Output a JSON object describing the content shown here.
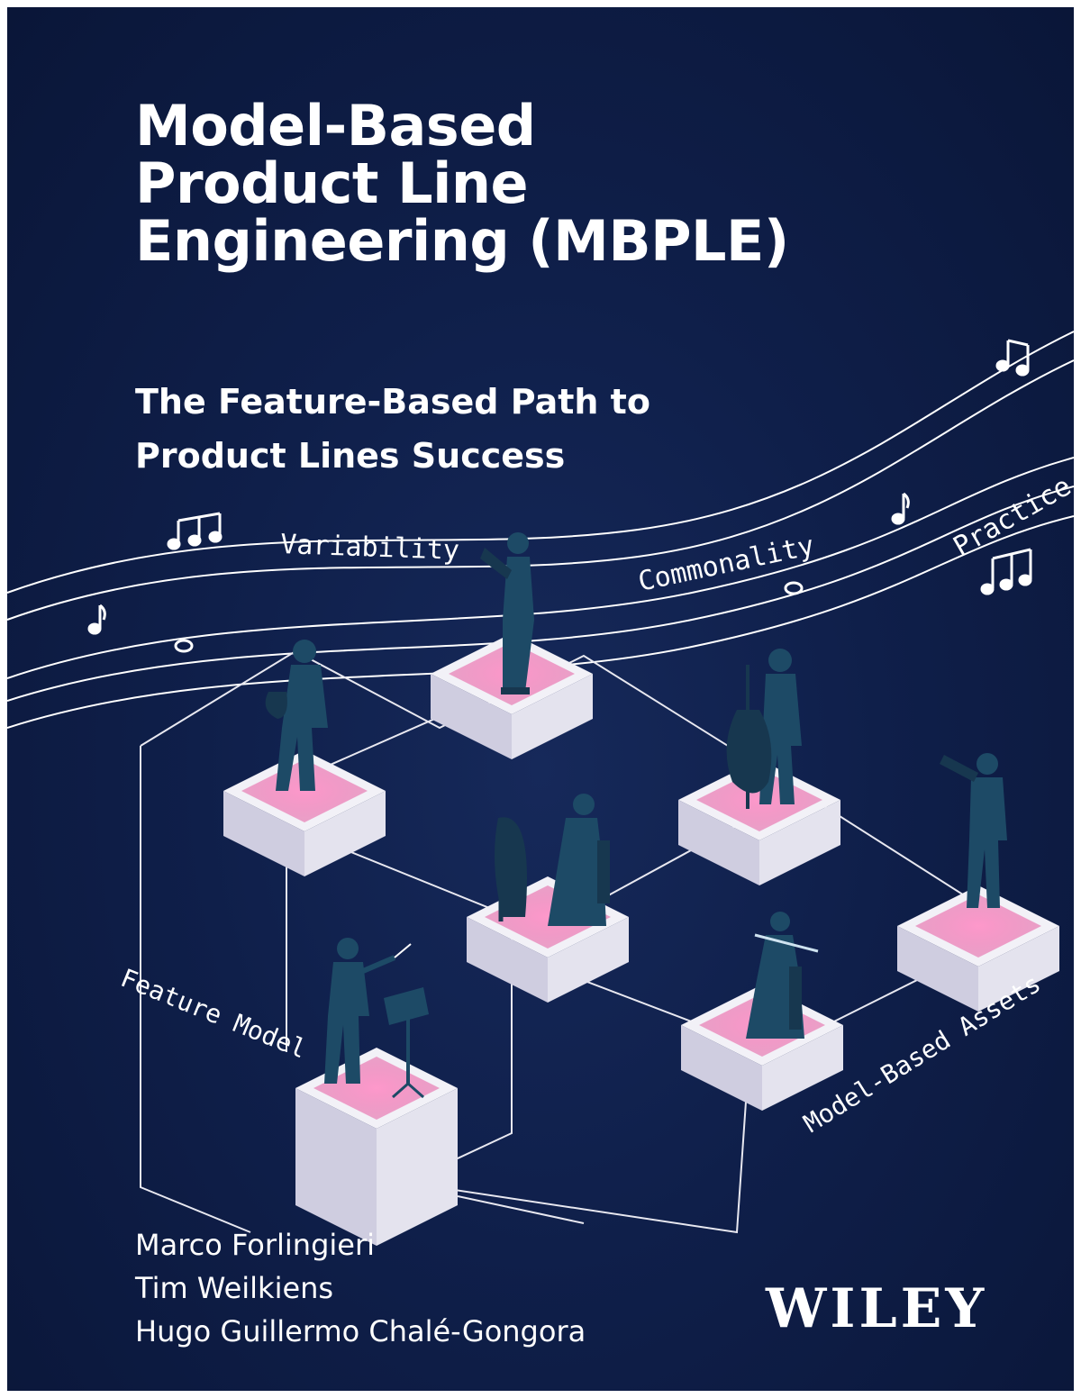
{
  "book": {
    "title_lines": [
      "Model-Based",
      "Product Line",
      "Engineering (MBPLE)"
    ],
    "subtitle_lines": [
      "The Feature-Based Path to",
      "Product Lines Success"
    ],
    "authors": [
      "Marco Forlingieri",
      "Tim Weilkiens",
      "Hugo Guillermo Chalé-Gongora"
    ],
    "publisher": "WILEY"
  },
  "illustration": {
    "staff_words": [
      "Variability",
      "Commonality",
      "Practice"
    ],
    "path_labels": [
      "Feature Model",
      "Model-Based Assets"
    ],
    "musicians": [
      "violinist-woman",
      "saxophonist",
      "double-bassist",
      "harpist",
      "violinist-man",
      "flutist",
      "conductor"
    ]
  },
  "colors": {
    "background": "#0f1f4a",
    "text": "#ffffff",
    "pedestal": "#e9e8f1",
    "pedestal_top": "#e87fb0",
    "figure": "#1d4a66"
  }
}
